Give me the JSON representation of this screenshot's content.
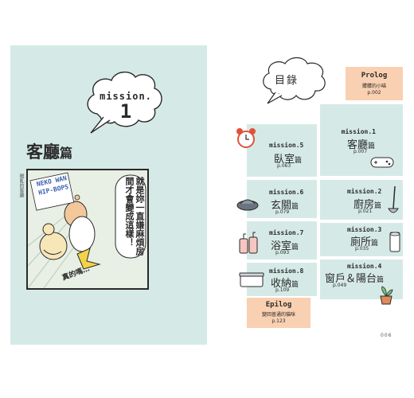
{
  "left_page": {
    "mission_label": "mission.",
    "mission_number": "1",
    "chapter_title": "客廳",
    "chapter_suffix": "篇",
    "side_caption": "雜亂的客廳",
    "comic": {
      "dialog": "就是妳一直嫌麻煩房間才會變成這樣！",
      "logo_text": "NEKO WAN HIP-BOPS",
      "small_text": "真的嗎…"
    }
  },
  "right_page": {
    "toc_title": "目錄",
    "prolog": {
      "title": "Prolog",
      "subtitle": "髒髒的小喵",
      "page": "p.002"
    },
    "epilog": {
      "title": "Epilog",
      "subtitle": "變回普通的貓咪",
      "page": "p.123"
    },
    "missions": [
      {
        "label": "mission.1",
        "name": "客廳",
        "suffix": "篇",
        "page": "p.007",
        "icon": "game-controller-icon"
      },
      {
        "label": "mission.2",
        "name": "廚房",
        "suffix": "篇",
        "page": "p.021",
        "icon": "ladle-icon"
      },
      {
        "label": "mission.3",
        "name": "廁所",
        "suffix": "篇",
        "page": "p.035",
        "icon": "toilet-paper-icon"
      },
      {
        "label": "mission.4",
        "name": "窗戶＆陽台",
        "suffix": "篇",
        "page": "p.049",
        "icon": "plant-pot-icon"
      },
      {
        "label": "mission.5",
        "name": "臥室",
        "suffix": "篇",
        "page": "p.063",
        "icon": "alarm-clock-icon"
      },
      {
        "label": "mission.6",
        "name": "玄關",
        "suffix": "篇",
        "page": "p.079",
        "icon": "slipper-icon"
      },
      {
        "label": "mission.7",
        "name": "浴室",
        "suffix": "篇",
        "page": "p.093",
        "icon": "bottles-icon"
      },
      {
        "label": "mission.8",
        "name": "收納",
        "suffix": "篇",
        "page": "p.109",
        "icon": "storage-box-icon"
      }
    ],
    "page_number": "006"
  },
  "colors": {
    "mint": "#d5eae6",
    "peach": "#f9d0b1",
    "ink": "#2a2a2a"
  }
}
